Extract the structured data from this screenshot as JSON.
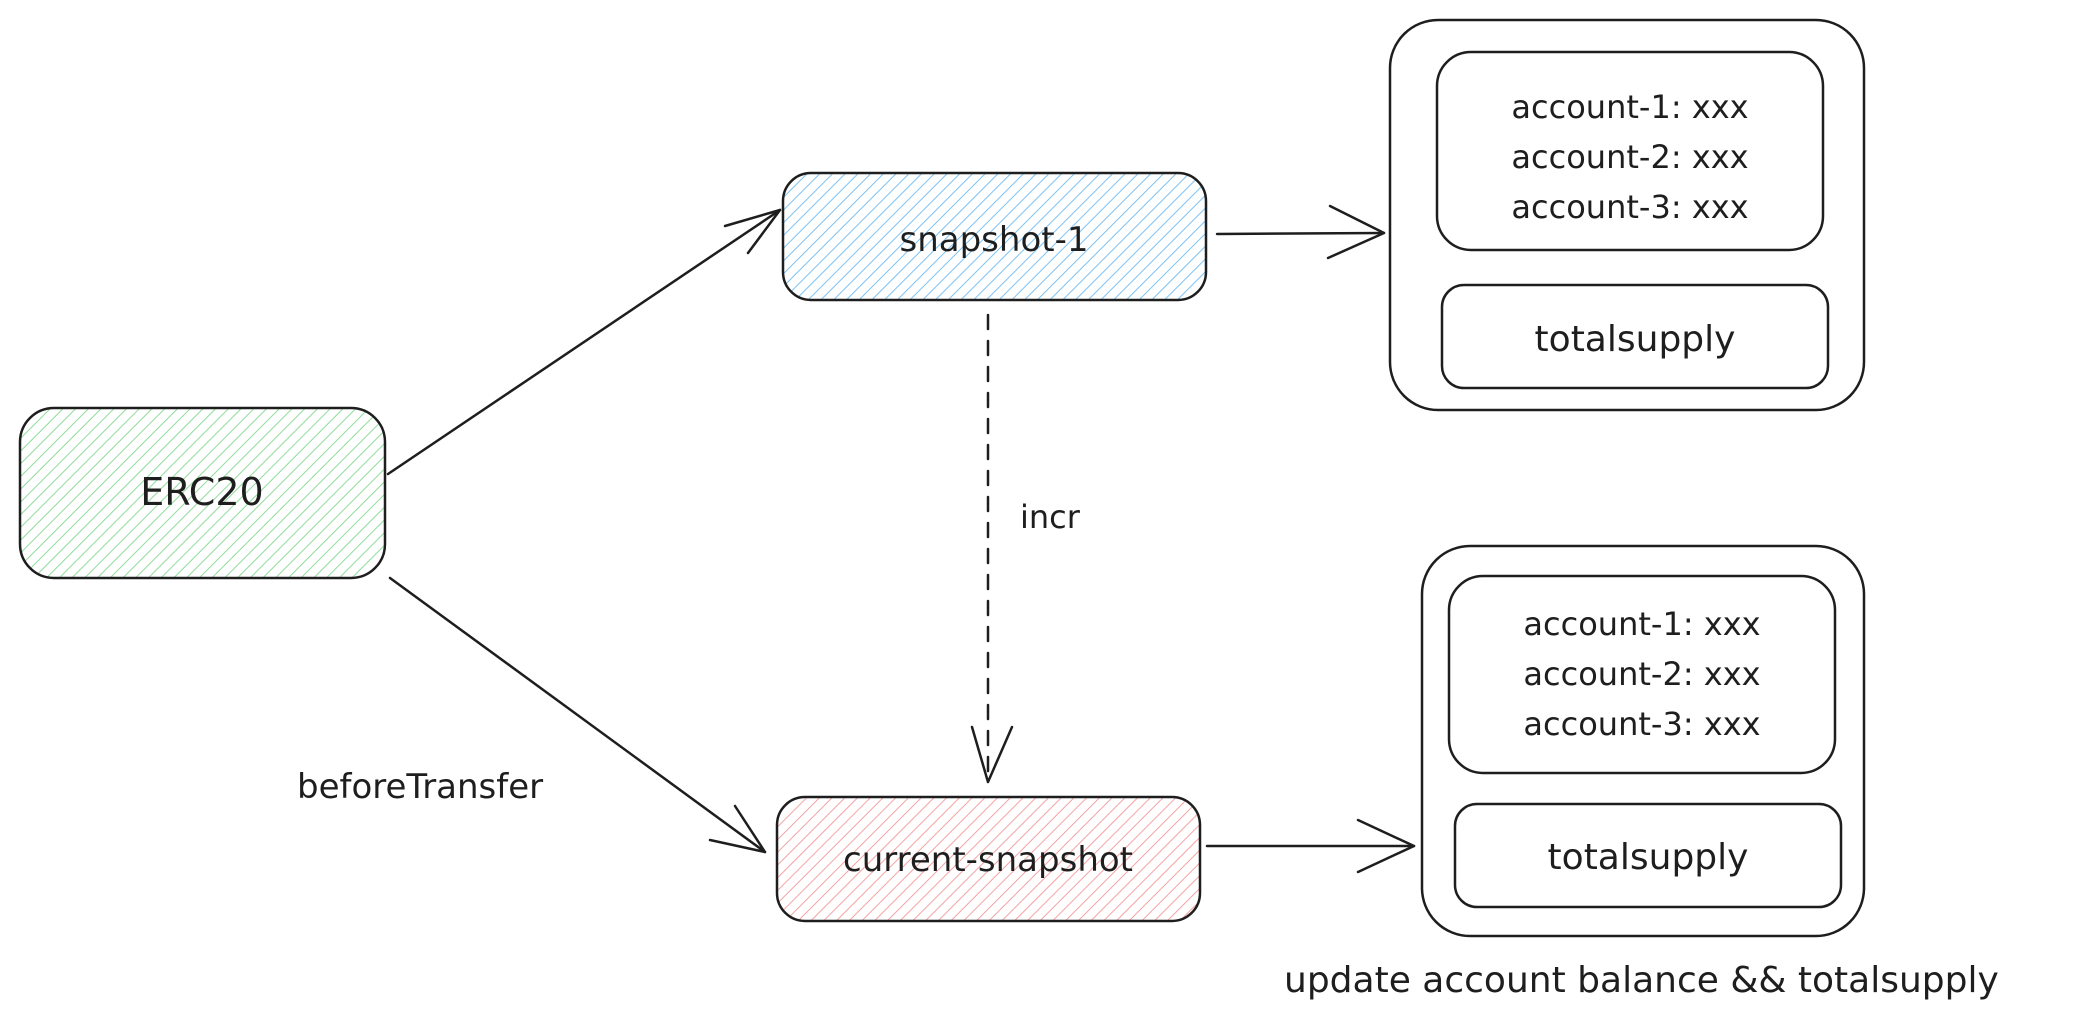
{
  "colors": {
    "stroke": "#1e1e1e",
    "erc20_fill": "#b2f2bb",
    "erc20_hatch": "#8fdc9a",
    "snapshot1_fill": "#a5d8ff",
    "snapshot1_hatch": "#7cc2f5",
    "current_fill": "#ffc9c9",
    "current_hatch": "#f5a3a3",
    "background": "#ffffff"
  },
  "nodes": {
    "erc20": "ERC20",
    "snapshot1": "snapshot-1",
    "current": "current-snapshot"
  },
  "store_top": {
    "accounts": [
      "account-1: xxx",
      "account-2: xxx",
      "account-3: xxx"
    ],
    "total": "totalsupply"
  },
  "store_bottom": {
    "accounts": [
      "account-1: xxx",
      "account-2: xxx",
      "account-3: xxx"
    ],
    "total": "totalsupply"
  },
  "edges": {
    "before_transfer": "beforeTransfer",
    "incr": "incr"
  },
  "caption": "update account balance && totalsupply"
}
